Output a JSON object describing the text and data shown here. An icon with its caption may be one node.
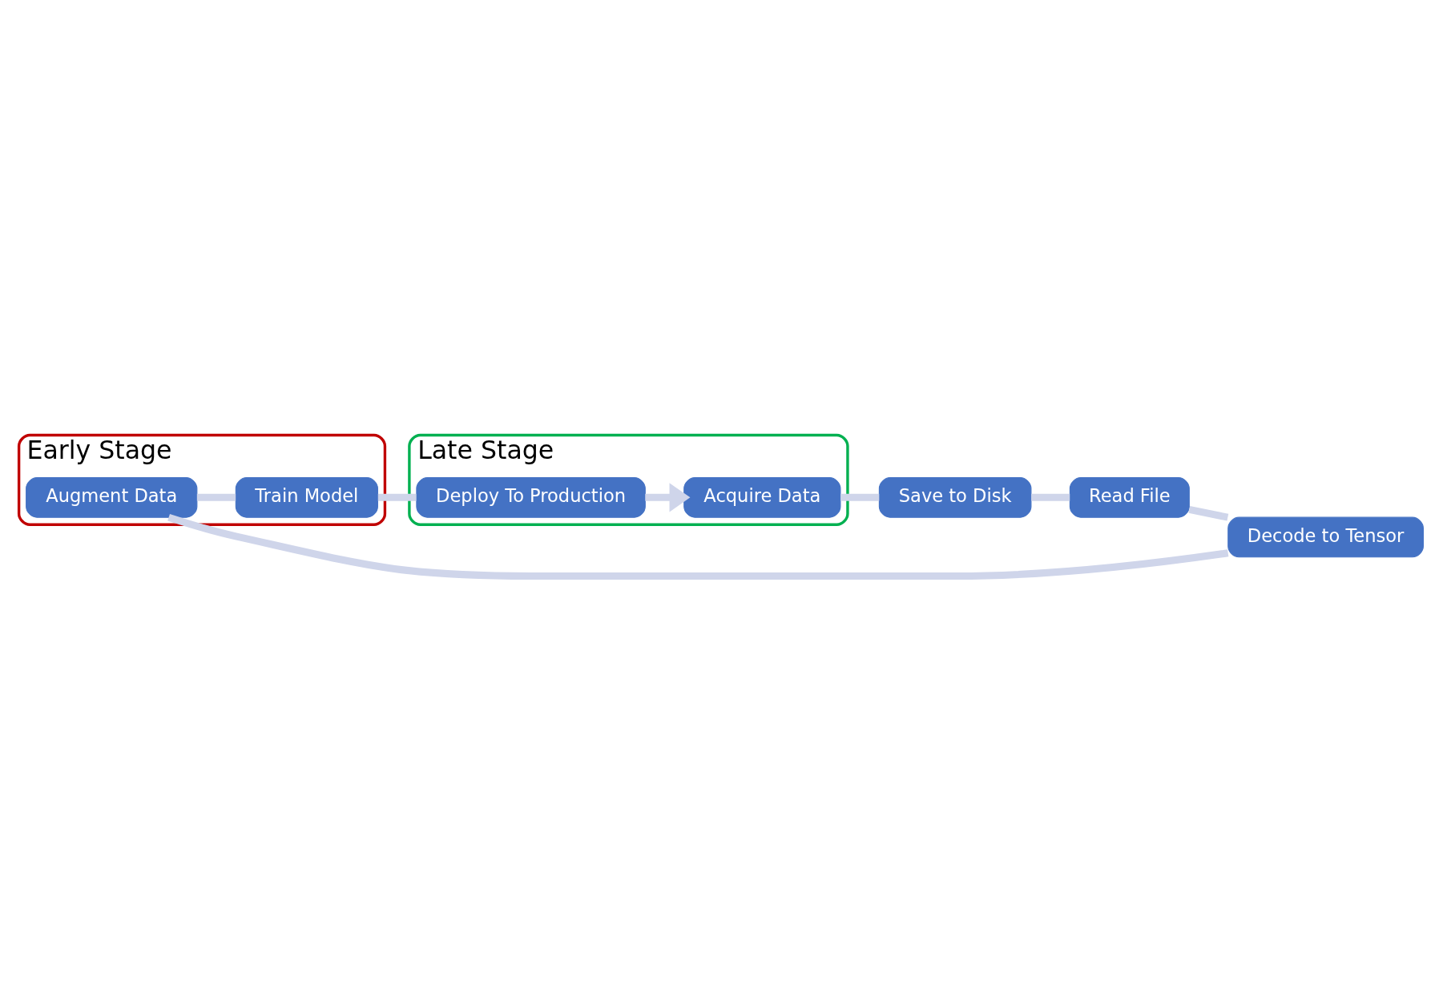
{
  "diagram": {
    "nodes": [
      {
        "text": [
          "Late Stage"
        ]
      },
      {
        "text": [
          "Acquire Data"
        ],
        "in": 0
      },
      {
        "text": [
          "Deploy To Production"
        ],
        "in": 0
      },
      {
        "text": [
          "Save to Disk"
        ]
      },
      {
        "text": [
          "Read File"
        ]
      },
      {
        "text": [
          "Early Stage"
        ]
      },
      {
        "text": [
          "Train Model"
        ],
        "in": 5
      },
      {
        "text": [
          "Augment Data"
        ],
        "in": 5
      },
      {
        "text": [
          "Decode to Tensor"
        ]
      }
    ],
    "edges": [
      {
        "from": 1,
        "to": 3,
        "arrow": "none"
      },
      {
        "from": 3,
        "to": 4,
        "arrow": "none"
      },
      {
        "from": 4,
        "to": 8,
        "arrow": "none"
      },
      {
        "from": 8,
        "to": 7,
        "arrow": "none"
      },
      {
        "from": 7,
        "to": 6,
        "arrow": "none"
      },
      {
        "from": 6,
        "to": 2,
        "arrow": "none"
      },
      {
        "from": 2,
        "to": 1,
        "arrow": "to"
      }
    ]
  }
}
